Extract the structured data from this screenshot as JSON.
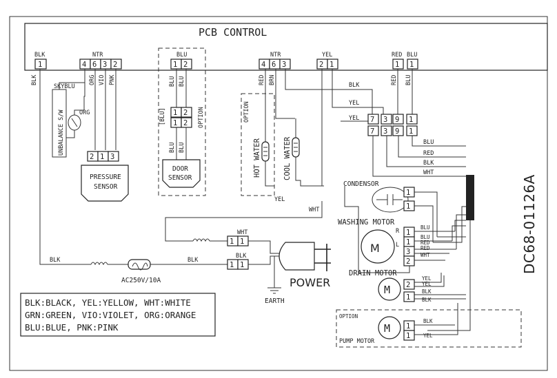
{
  "pcb": {
    "title": "PCB CONTROL"
  },
  "doc_code": "DC68-01126A",
  "connectors": {
    "blk": {
      "label": "BLK",
      "pins": [
        "1"
      ]
    },
    "ntr_left": {
      "label": "NTR",
      "pins": [
        "4",
        "6",
        "3",
        "2"
      ]
    },
    "blu": {
      "label": "BLU",
      "pins": [
        "1",
        "2"
      ]
    },
    "ntr_right": {
      "label": "NTR",
      "pins": [
        "4",
        "6",
        "3"
      ]
    },
    "yel": {
      "label": "YEL",
      "pins": [
        "2",
        "1"
      ]
    },
    "red": {
      "label": "RED",
      "pins": [
        "1"
      ]
    },
    "blu2": {
      "label": "BLU",
      "pins": [
        "1"
      ]
    }
  },
  "wires": {
    "blk_vertical": "BLK",
    "org": "ORG",
    "vio": "VIO",
    "pnk": "PNK",
    "skyblu": "SKYBLU",
    "org2": "ORG",
    "blu1": "BLU",
    "blu2": "BLU",
    "blu_tag": "[BLU]",
    "blu3": "BLU",
    "blu4": "BLU",
    "option": "OPTION",
    "red": "RED",
    "brn": "BRN",
    "blk_mid": "BLK",
    "yel_mid": "YEL",
    "yel_mid2": "YEL",
    "red2": "RED",
    "blu5": "BLU",
    "yel_bottom": "YEL",
    "wht": "WHT",
    "wht2": "WHT",
    "blk_bottom": "BLK",
    "blk_bottom2": "BLK",
    "blk3": "BLK",
    "harness": [
      "BLU",
      "RED",
      "BLK",
      "WHT"
    ]
  },
  "relay_pins": {
    "top": [
      "7",
      "3",
      "9",
      "1"
    ],
    "bottom": [
      "7",
      "3",
      "9",
      "1"
    ]
  },
  "unbalance": {
    "label": "UNBALANCE S/W"
  },
  "pressure": {
    "pins": [
      "2",
      "1",
      "3"
    ],
    "line1": "PRESSURE",
    "line2": "SENSOR"
  },
  "door": {
    "pins_a": [
      "1",
      "2"
    ],
    "pins_b": [
      "1",
      "2"
    ],
    "line1": "DOOR",
    "line2": "SENSOR"
  },
  "valves": {
    "option": "OPTION",
    "hot": "HOT WATER",
    "cool": "COOL WATER"
  },
  "condensor": {
    "label": "CONDENSOR",
    "pins": [
      "1",
      "1"
    ]
  },
  "washing_motor": {
    "label": "WASHING MOTOR",
    "symbol": "M",
    "pins": [
      "1",
      "1",
      "3",
      "2"
    ],
    "tags": [
      "R",
      "L"
    ],
    "wires": [
      "BLU",
      "BLU",
      "RED",
      "RED",
      "WHT"
    ]
  },
  "drain_motor": {
    "label": "DRAIN MOTOR",
    "symbol": "M",
    "pins": [
      "2",
      "1"
    ],
    "wires": [
      "YEL",
      "YEL",
      "BLK",
      "BLK"
    ]
  },
  "pump_motor": {
    "option": "OPTION",
    "label": "PUMP MOTOR",
    "symbol": "M",
    "pins": [
      "1",
      "1"
    ],
    "wires": [
      "BLK",
      "YEL"
    ]
  },
  "power": {
    "label": "POWER",
    "earth": "EARTH",
    "fuse": "AC250V/10A",
    "pins_wht": [
      "1",
      "1"
    ],
    "pins_blk": [
      "1",
      "1"
    ]
  },
  "legend": {
    "lines": [
      "BLK:BLACK, YEL:YELLOW, WHT:WHITE",
      "GRN:GREEN, VIO:VIOLET, ORG:ORANGE",
      "BLU:BLUE,  PNK:PINK"
    ]
  }
}
